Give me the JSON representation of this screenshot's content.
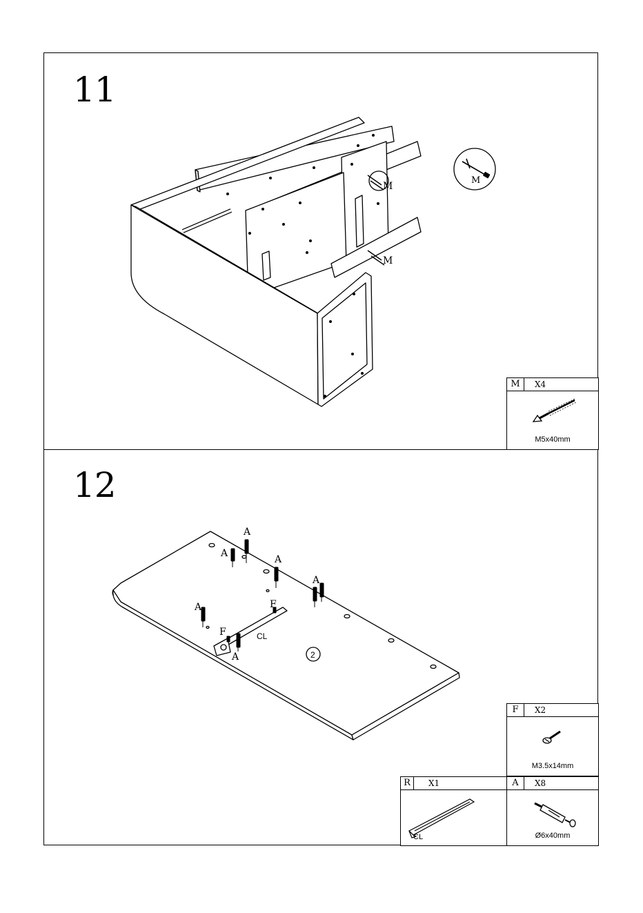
{
  "steps": [
    {
      "number": "11",
      "labels": {
        "screw_top": "M",
        "screw_bottom": "M",
        "detail": "M"
      },
      "parts": [
        {
          "id": "M",
          "qty": "X4",
          "spec": "M5x40mm",
          "icon": "long-screw-icon"
        }
      ]
    },
    {
      "number": "12",
      "labels": {
        "cam_1": "A",
        "cam_2": "A",
        "cam_3": "A",
        "cam_4": "A",
        "cam_5": "A",
        "cam_6": "A",
        "screw_1": "F",
        "screw_2": "F",
        "rail": "CL",
        "panel": "2"
      },
      "parts": [
        {
          "id": "F",
          "qty": "X2",
          "spec": "M3.5x14mm",
          "icon": "short-screw-icon"
        },
        {
          "id": "R",
          "qty": "X1",
          "spec": "CL",
          "icon": "drawer-rail-icon"
        },
        {
          "id": "A",
          "qty": "X8",
          "spec": "Ø6x40mm",
          "icon": "cam-dowel-icon"
        }
      ]
    }
  ]
}
